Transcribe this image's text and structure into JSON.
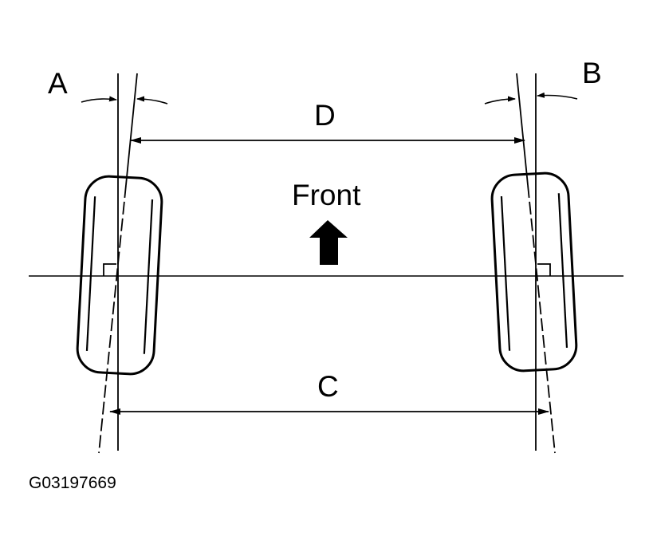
{
  "labels": {
    "camber_left": "A",
    "camber_right": "B",
    "toe_front": "D",
    "toe_rear": "C",
    "direction": "Front"
  },
  "figure_code": "G03197669",
  "colors": {
    "line": "#000000",
    "background": "#ffffff"
  },
  "icons": {
    "direction_arrow": "up-arrow-icon"
  }
}
